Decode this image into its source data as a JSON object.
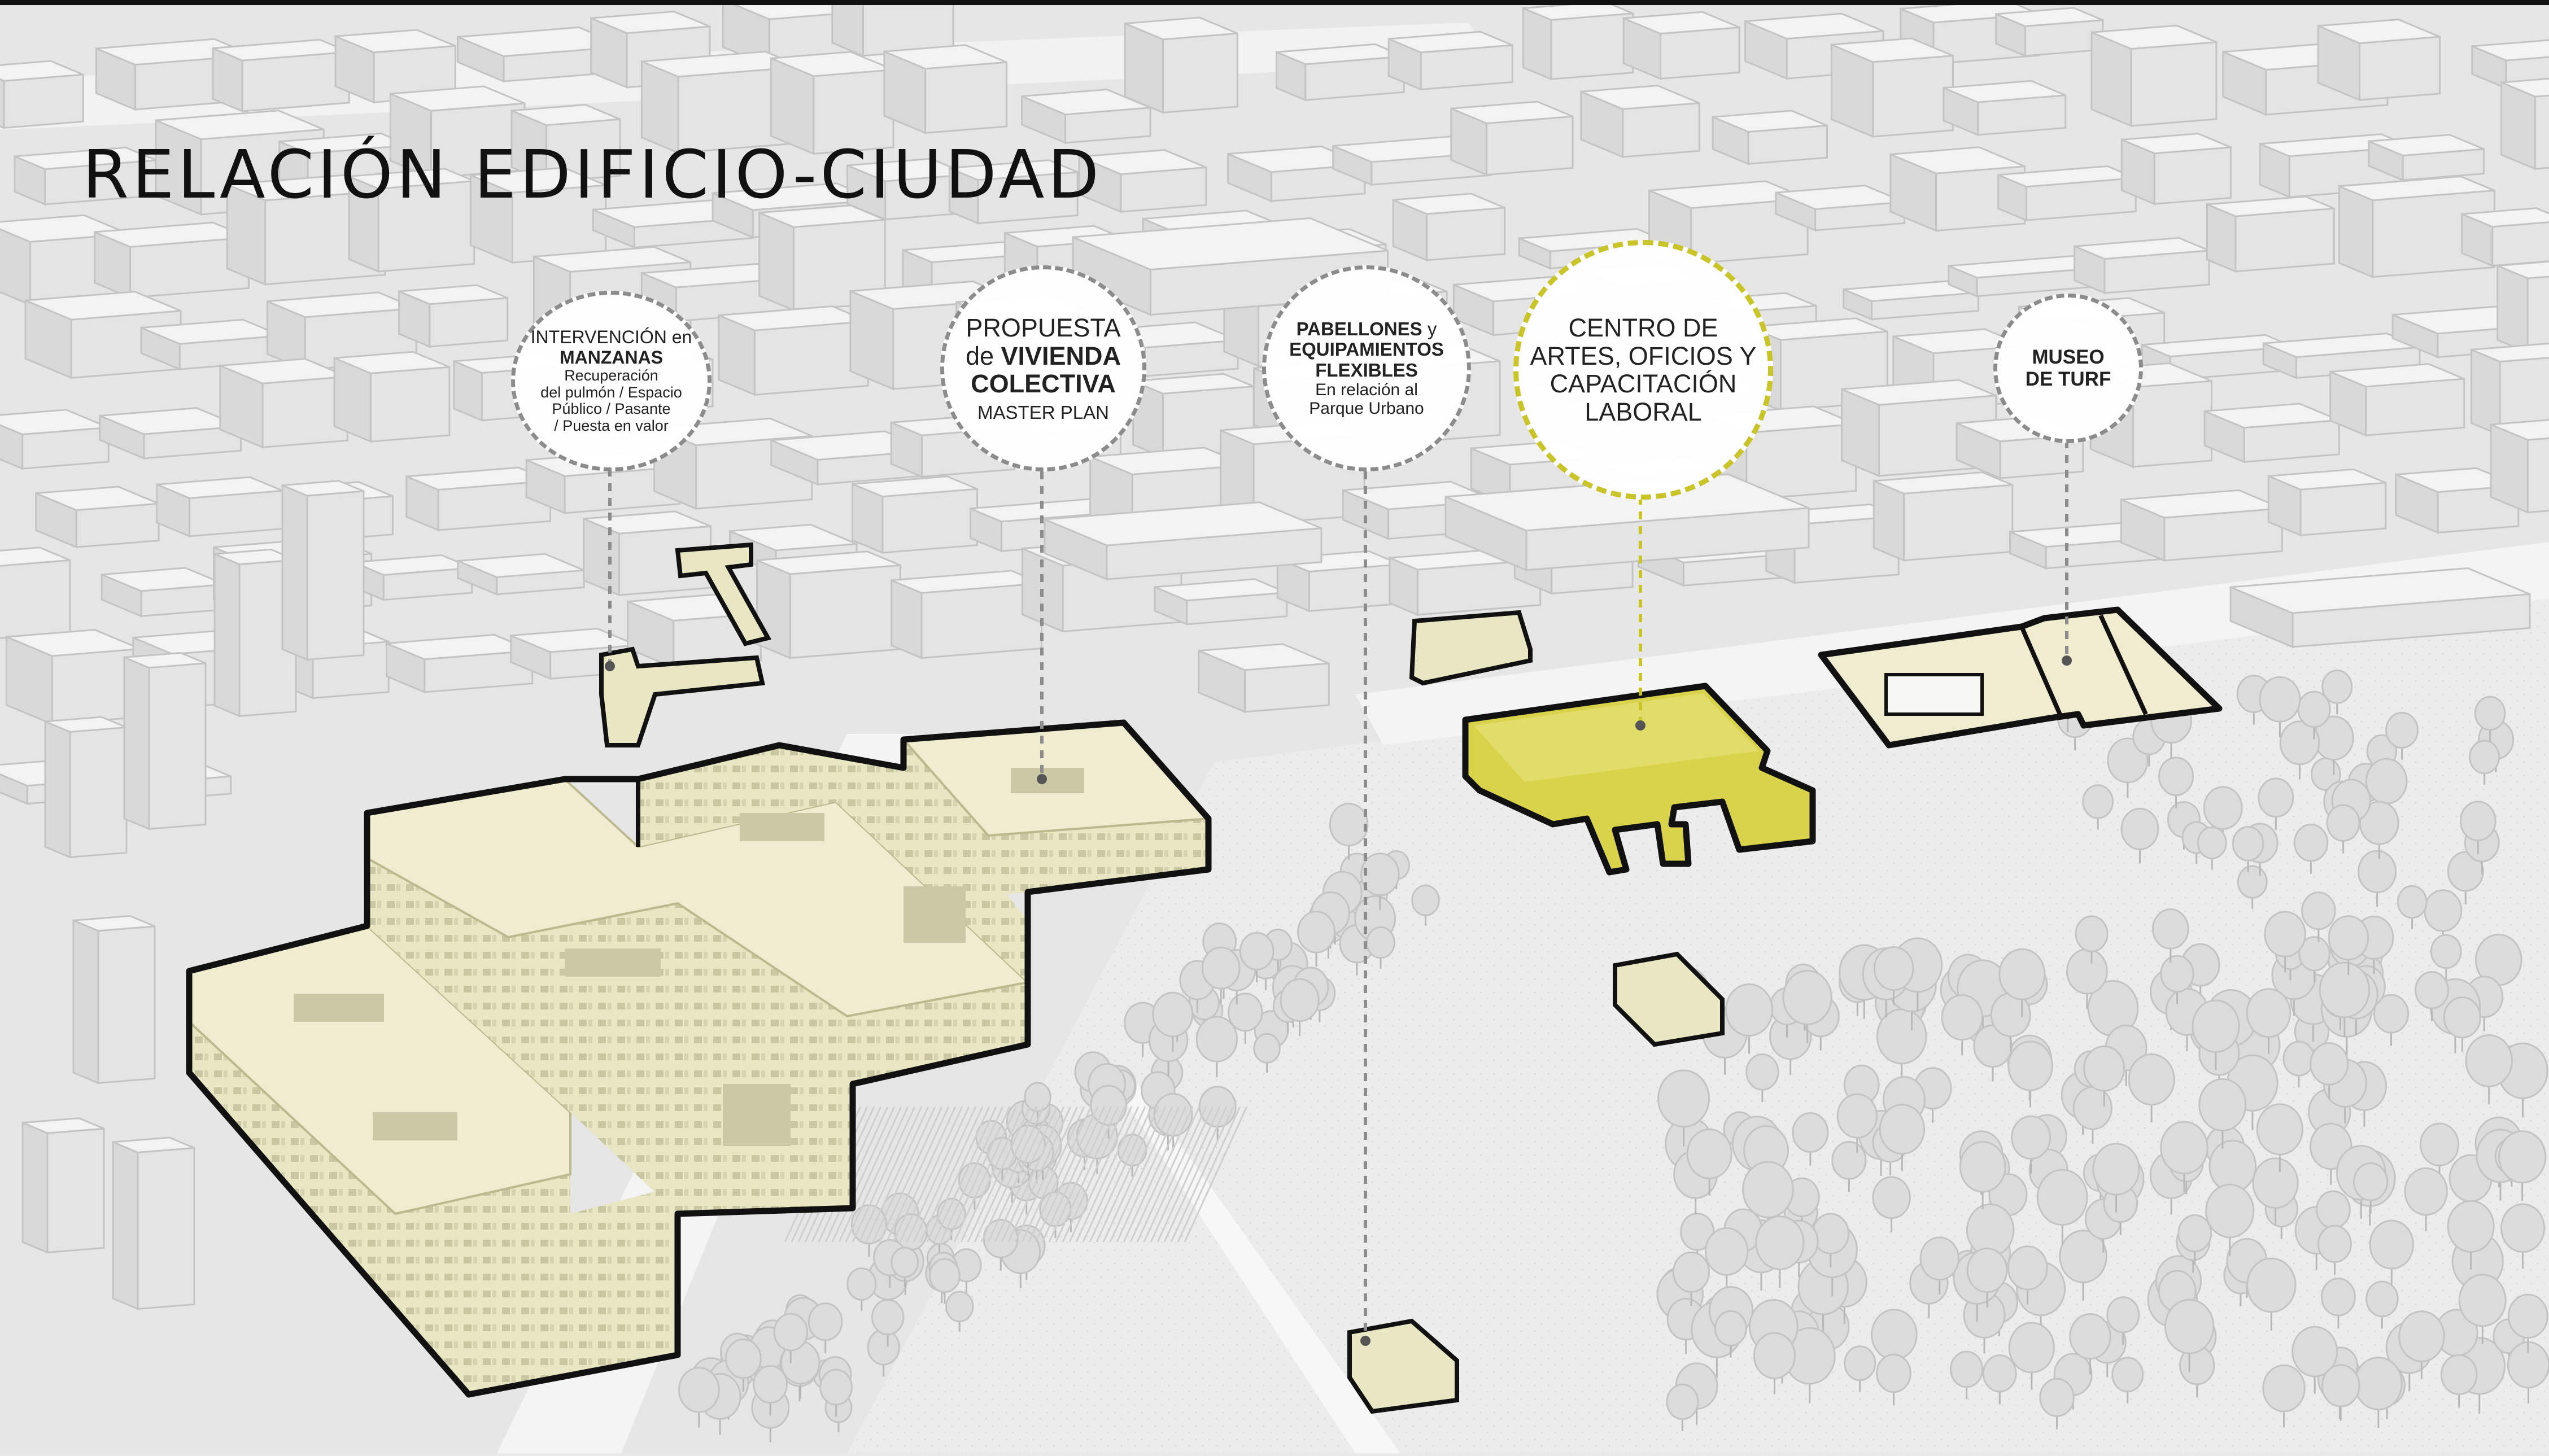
{
  "title": "RELACIÓN EDIFICIO-CIUDAD",
  "colors": {
    "background": "#e9e9e9",
    "block_fill": "#e9e6c4",
    "highlight_fill": "#d8d34a",
    "outline": "#111111",
    "callout_border": "#8c8c8c",
    "highlight_border": "#c9c428"
  },
  "callouts": {
    "manzanas": {
      "line1a": "INTERVENCIÓN",
      "line1b": " en",
      "line2": "MANZANAS",
      "line3": "Recuperación",
      "line4": "del pulmón / Espacio",
      "line5": "Público / Pasante",
      "line6": "/ Puesta en valor"
    },
    "vivienda": {
      "line1": "PROPUESTA",
      "line2a": "de ",
      "line2b": "VIVIENDA",
      "line3": "COLECTIVA",
      "line4": "MASTER PLAN"
    },
    "pabellones": {
      "line1a": "PABELLONES",
      "line1b": " y",
      "line2": "EQUIPAMIENTOS",
      "line3": "FLEXIBLES",
      "line4": "En relación al",
      "line5": "Parque Urbano"
    },
    "centro": {
      "line1": "CENTRO DE",
      "line2": "ARTES, OFICIOS Y",
      "line3": "CAPACITACIÓN",
      "line4": "LABORAL"
    },
    "museo": {
      "line1": "MUSEO",
      "line2": "DE TURF"
    }
  }
}
